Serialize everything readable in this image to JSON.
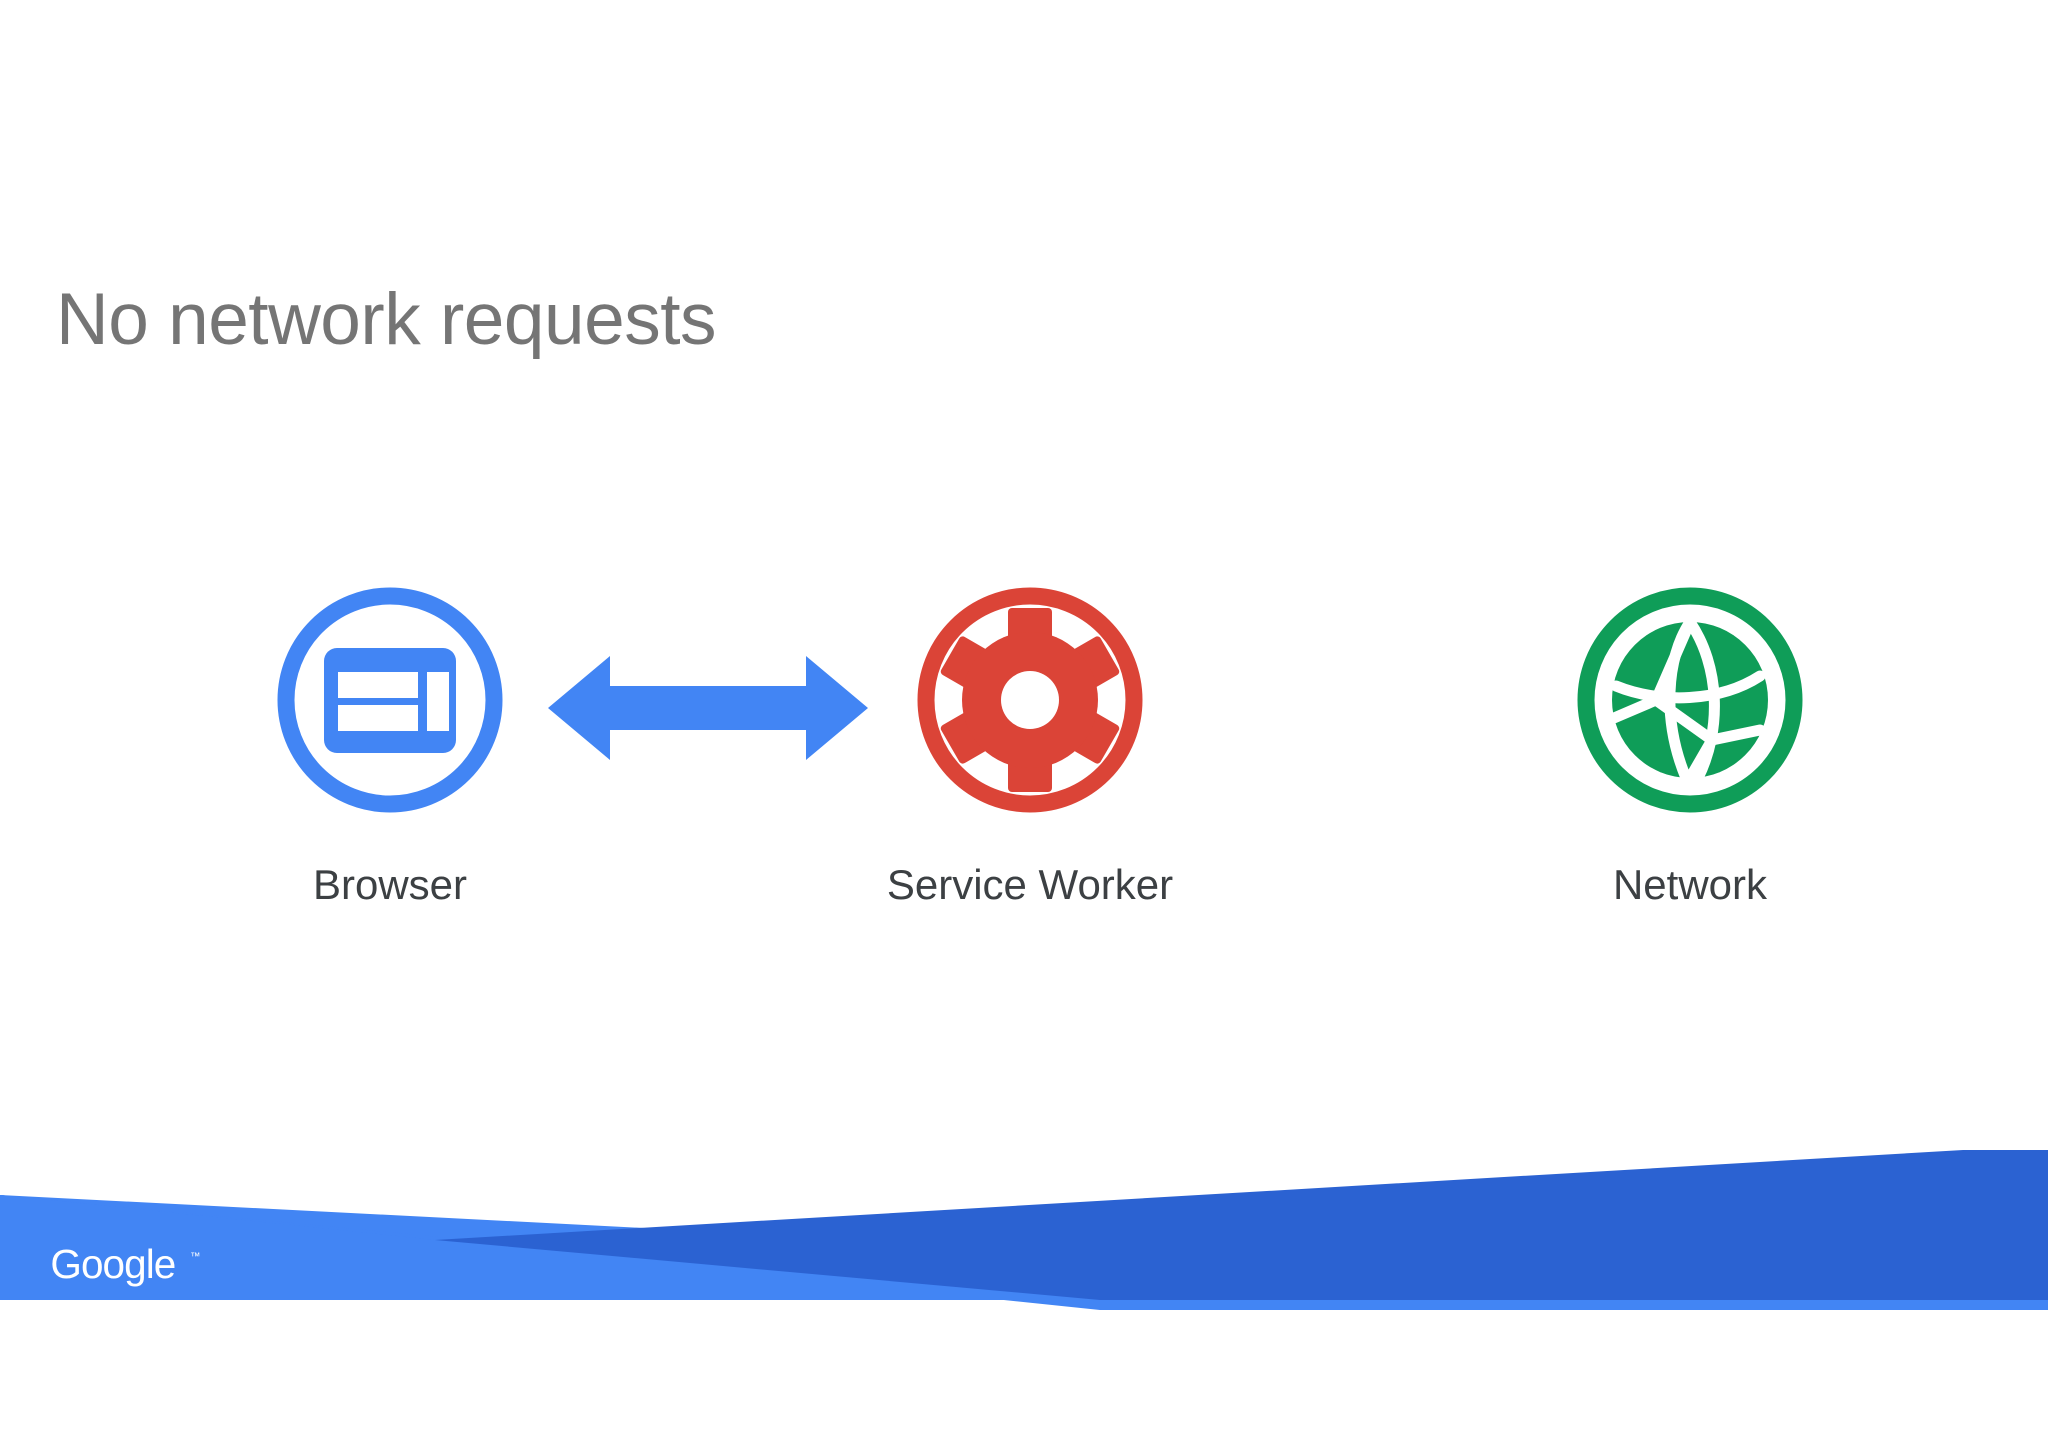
{
  "slide": {
    "title": "No network requests",
    "background_color": "#ffffff",
    "title_color": "#757575"
  },
  "diagram": {
    "type": "flow",
    "nodes": [
      {
        "id": "browser",
        "label": "Browser",
        "icon": "browser-window-icon",
        "color": "#4285f4"
      },
      {
        "id": "service-worker",
        "label": "Service Worker",
        "icon": "gear-icon",
        "color": "#db4437"
      },
      {
        "id": "network",
        "label": "Network",
        "icon": "globe-network-icon",
        "color": "#0f9d58"
      }
    ],
    "connections": [
      {
        "id": "browser-to-service-worker",
        "from": "browser",
        "to": "service-worker",
        "style": "double-arrow",
        "color": "#4285f4"
      }
    ],
    "label_color": "#3c4043"
  },
  "footer": {
    "brand": "Google",
    "brand_color": "#ffffff",
    "band_light_color": "#4285f4",
    "band_dark_color": "#2b62d2"
  }
}
